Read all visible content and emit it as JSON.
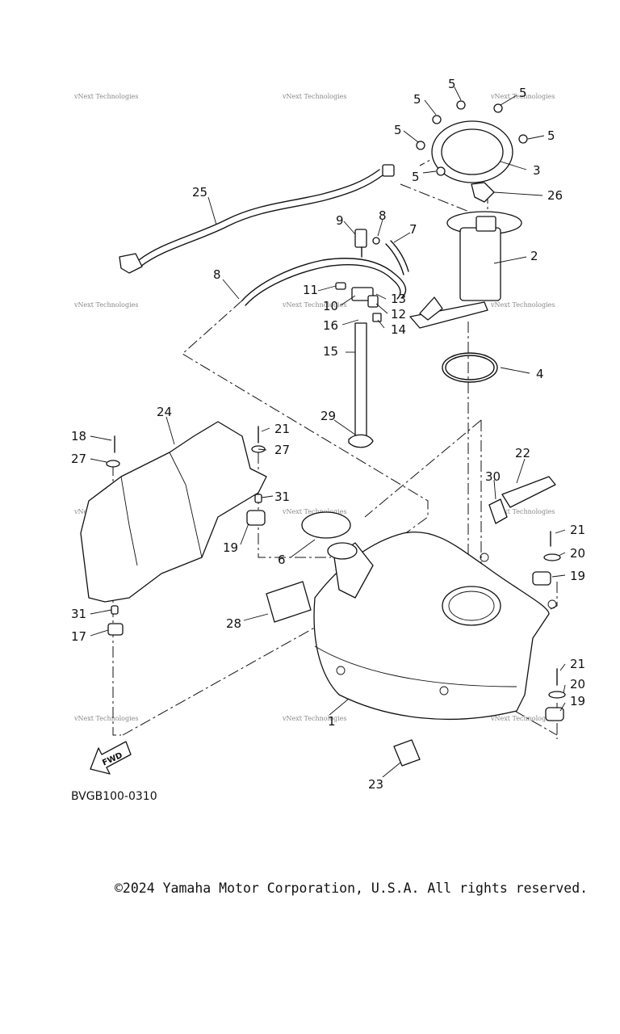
{
  "diagram": {
    "code": "BVGB100-0310",
    "fwd_label": "FWD",
    "watermark": "vNext Technologies",
    "copyright": "©2024 Yamaha Motor Corporation, U.S.A. All rights reserved."
  },
  "callouts": [
    {
      "id": "c1",
      "text": "1"
    },
    {
      "id": "c2",
      "text": "2"
    },
    {
      "id": "c3",
      "text": "3"
    },
    {
      "id": "c4",
      "text": "4"
    },
    {
      "id": "c5a",
      "text": "5"
    },
    {
      "id": "c5b",
      "text": "5"
    },
    {
      "id": "c5c",
      "text": "5"
    },
    {
      "id": "c5d",
      "text": "5"
    },
    {
      "id": "c5e",
      "text": "5"
    },
    {
      "id": "c5f",
      "text": "5"
    },
    {
      "id": "c6",
      "text": "6"
    },
    {
      "id": "c7",
      "text": "7"
    },
    {
      "id": "c8a",
      "text": "8"
    },
    {
      "id": "c8b",
      "text": "8"
    },
    {
      "id": "c9",
      "text": "9"
    },
    {
      "id": "c10",
      "text": "10"
    },
    {
      "id": "c11",
      "text": "11"
    },
    {
      "id": "c12",
      "text": "12"
    },
    {
      "id": "c13",
      "text": "13"
    },
    {
      "id": "c14",
      "text": "14"
    },
    {
      "id": "c15",
      "text": "15"
    },
    {
      "id": "c16",
      "text": "16"
    },
    {
      "id": "c17",
      "text": "17"
    },
    {
      "id": "c18",
      "text": "18"
    },
    {
      "id": "c19a",
      "text": "19"
    },
    {
      "id": "c19b",
      "text": "19"
    },
    {
      "id": "c19c",
      "text": "19"
    },
    {
      "id": "c20a",
      "text": "20"
    },
    {
      "id": "c20b",
      "text": "20"
    },
    {
      "id": "c21a",
      "text": "21"
    },
    {
      "id": "c21b",
      "text": "21"
    },
    {
      "id": "c21c",
      "text": "21"
    },
    {
      "id": "c22",
      "text": "22"
    },
    {
      "id": "c23",
      "text": "23"
    },
    {
      "id": "c24",
      "text": "24"
    },
    {
      "id": "c25",
      "text": "25"
    },
    {
      "id": "c26",
      "text": "26"
    },
    {
      "id": "c27a",
      "text": "27"
    },
    {
      "id": "c27b",
      "text": "27"
    },
    {
      "id": "c28",
      "text": "28"
    },
    {
      "id": "c29",
      "text": "29"
    },
    {
      "id": "c30",
      "text": "30"
    },
    {
      "id": "c31a",
      "text": "31"
    },
    {
      "id": "c31b",
      "text": "31"
    }
  ]
}
